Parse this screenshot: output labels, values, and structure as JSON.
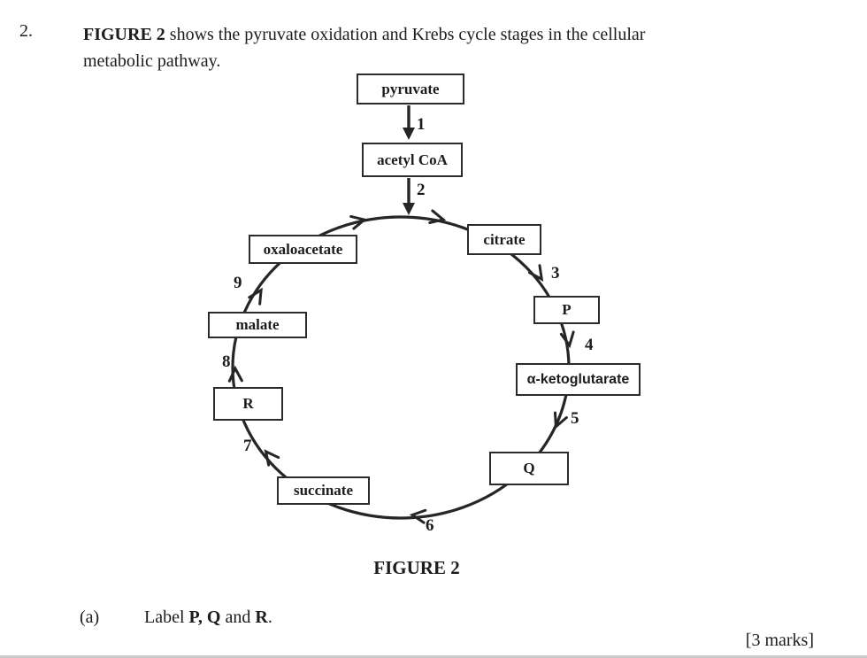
{
  "question": {
    "number": "2.",
    "intro_bold": "FIGURE 2",
    "intro_line1_rest": " shows the pyruvate oxidation and Krebs cycle stages in the cellular",
    "intro_line2": "metabolic pathway.",
    "caption": "FIGURE 2",
    "part_label": "(a)",
    "part_text_pre": "Label ",
    "part_text_bold1": "P, Q",
    "part_text_mid": " and ",
    "part_text_bold2": "R",
    "part_text_post": ".",
    "marks": "[3 marks]"
  },
  "diagram": {
    "boxes": {
      "pyruvate": "pyruvate",
      "acetyl_coa": "acetyl CoA",
      "citrate": "citrate",
      "p": "P",
      "alpha_ketoglutarate": "α-ketoglutarate",
      "q": "Q",
      "succinate": "succinate",
      "r": "R",
      "malate": "malate",
      "oxaloacetate": "oxaloacetate"
    },
    "steps": {
      "s1": "1",
      "s2": "2",
      "s3": "3",
      "s4": "4",
      "s5": "5",
      "s6": "6",
      "s7": "7",
      "s8": "8",
      "s9": "9"
    },
    "colors": {
      "ink": "#262626",
      "paper": "#ffffff",
      "rule": "#cccccc"
    }
  }
}
